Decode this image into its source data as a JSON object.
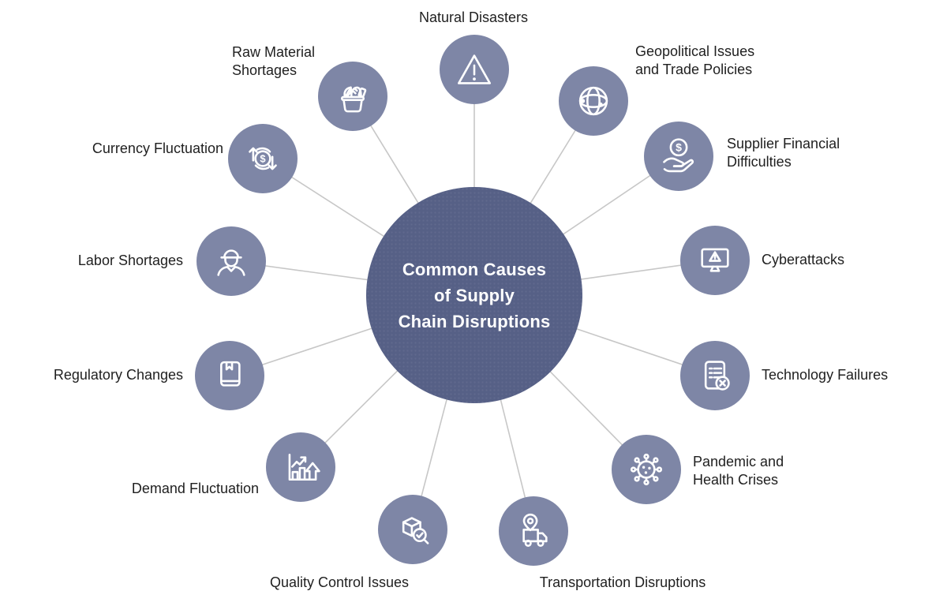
{
  "diagram": {
    "title": "Common Causes\nof Supply\nChain Disruptions",
    "colors": {
      "center": "#566086",
      "node": "#7e86a6",
      "connector": "#c7c7c7",
      "label": "#1f1f1f",
      "icon": "#ffffff"
    },
    "nodes": [
      {
        "id": "natural-disasters",
        "label": "Natural Disasters",
        "icon": "warning-triangle-icon"
      },
      {
        "id": "geopolitical-issues",
        "label": "Geopolitical Issues\nand Trade Policies",
        "icon": "globe-icon"
      },
      {
        "id": "supplier-financial",
        "label": "Supplier Financial\nDifficulties",
        "icon": "coin-hand-icon"
      },
      {
        "id": "cyberattacks",
        "label": "Cyberattacks",
        "icon": "monitor-alert-icon"
      },
      {
        "id": "technology-failures",
        "label": "Technology Failures",
        "icon": "document-error-icon"
      },
      {
        "id": "pandemic-health-crises",
        "label": "Pandemic and\nHealth Crises",
        "icon": "virus-icon"
      },
      {
        "id": "transportation-disruptions",
        "label": "Transportation Disruptions",
        "icon": "delivery-truck-icon"
      },
      {
        "id": "quality-control-issues",
        "label": "Quality Control Issues",
        "icon": "box-inspection-icon"
      },
      {
        "id": "demand-fluctuation",
        "label": "Demand Fluctuation",
        "icon": "chart-growth-icon"
      },
      {
        "id": "regulatory-changes",
        "label": "Regulatory Changes",
        "icon": "book-icon"
      },
      {
        "id": "labor-shortages",
        "label": "Labor Shortages",
        "icon": "worker-icon"
      },
      {
        "id": "currency-fluctuation",
        "label": "Currency Fluctuation",
        "icon": "currency-exchange-icon"
      },
      {
        "id": "raw-material-shortages",
        "label": "Raw Material\nShortages",
        "icon": "grocery-basket-icon"
      }
    ]
  }
}
